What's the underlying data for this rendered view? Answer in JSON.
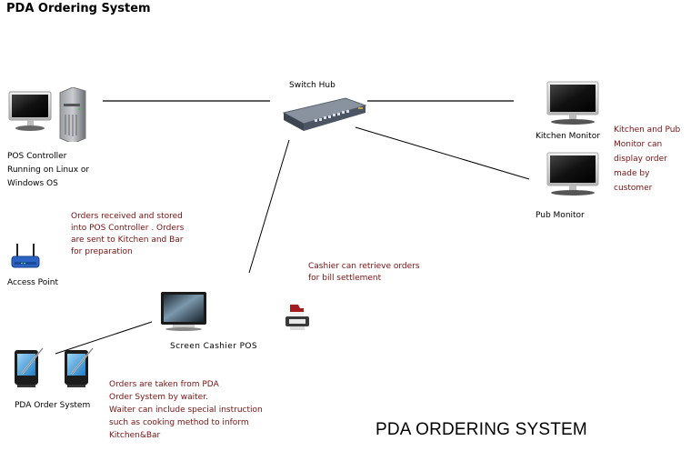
{
  "title": "PDA Ordering System",
  "bottom_title": "PDA ORDERING SYSTEM",
  "colors": {
    "note_text": "#7a1010",
    "label_text": "#000000",
    "line": "#000000"
  },
  "nodes": {
    "pos_controller": {
      "icon": "desktop-server-icon",
      "label_lines": [
        "POS Controller",
        "Running on Linux or",
        "Windows OS"
      ]
    },
    "switch_hub": {
      "icon": "network-switch-icon",
      "label": "Switch Hub"
    },
    "kitchen_monitor": {
      "icon": "monitor-icon",
      "label": "Kitchen Monitor"
    },
    "pub_monitor": {
      "icon": "monitor-icon",
      "label": "Pub Monitor"
    },
    "access_point": {
      "icon": "wireless-router-icon",
      "label": "Access Point"
    },
    "cashier_pos": {
      "icon": "touchscreen-monitor-icon",
      "label": "Screen Cashier POS"
    },
    "printer": {
      "icon": "printer-icon"
    },
    "pda": {
      "icon": "pda-icon",
      "count": 2,
      "label": "PDA Order System"
    }
  },
  "notes": {
    "monitors": [
      "Kitchen and Pub",
      "Monitor can",
      "display order",
      "made by",
      "customer"
    ],
    "orders_received": [
      "Orders received and stored",
      "into POS Controller . Orders",
      "are sent to Kitchen and Bar",
      "for preparation"
    ],
    "cashier": [
      "Cashier can retrieve orders",
      "for bill settlement"
    ],
    "pda": [
      "Orders are taken from PDA",
      "Order System by waiter.",
      "Waiter can include special instruction",
      "such as cooking method to inform",
      "Kitchen&Bar"
    ]
  },
  "connections": [
    {
      "from": "pos_controller",
      "to": "switch_hub"
    },
    {
      "from": "switch_hub",
      "to": "kitchen_monitor"
    },
    {
      "from": "switch_hub",
      "to": "pub_monitor"
    },
    {
      "from": "switch_hub",
      "to": "cashier_pos"
    },
    {
      "from": "cashier_pos",
      "to": "pda"
    }
  ]
}
